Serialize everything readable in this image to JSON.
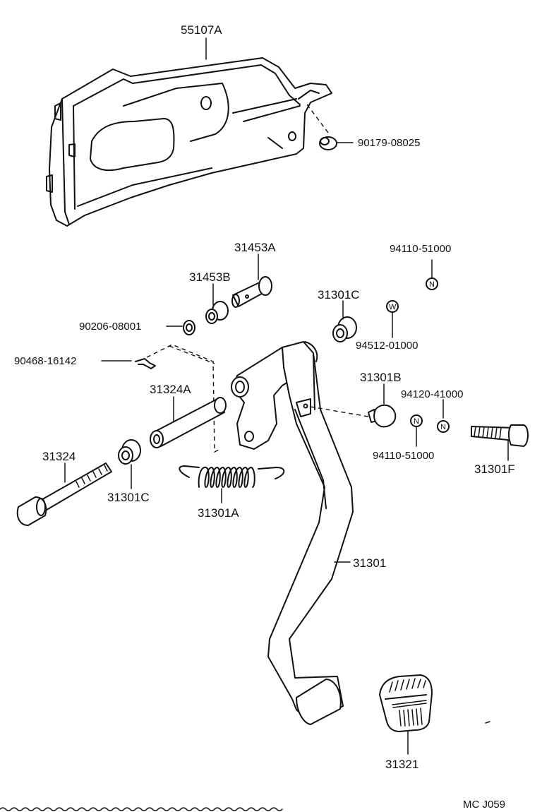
{
  "parts": {
    "bracket": "55107A",
    "clip_nut": "90179-08025",
    "bush_a": "31453A",
    "bush_b": "31453B",
    "washer": "90206-08001",
    "clip": "90468-16142",
    "collar": "31324A",
    "bolt": "31324",
    "bushing_c_left": "31301C",
    "bushing_c_right": "31301C",
    "spring": "31301A",
    "nut_top": "94110-51000",
    "washer_w": "94512-01000",
    "cushion": "31301B",
    "nut_94120": "94120-41000",
    "nut_bottom": "94110-51000",
    "bolt_f": "31301F",
    "pedal": "31301",
    "pad": "31321"
  },
  "symbols": {
    "nut": "N",
    "washer": "W"
  },
  "footer": {
    "code": "MC J059"
  }
}
